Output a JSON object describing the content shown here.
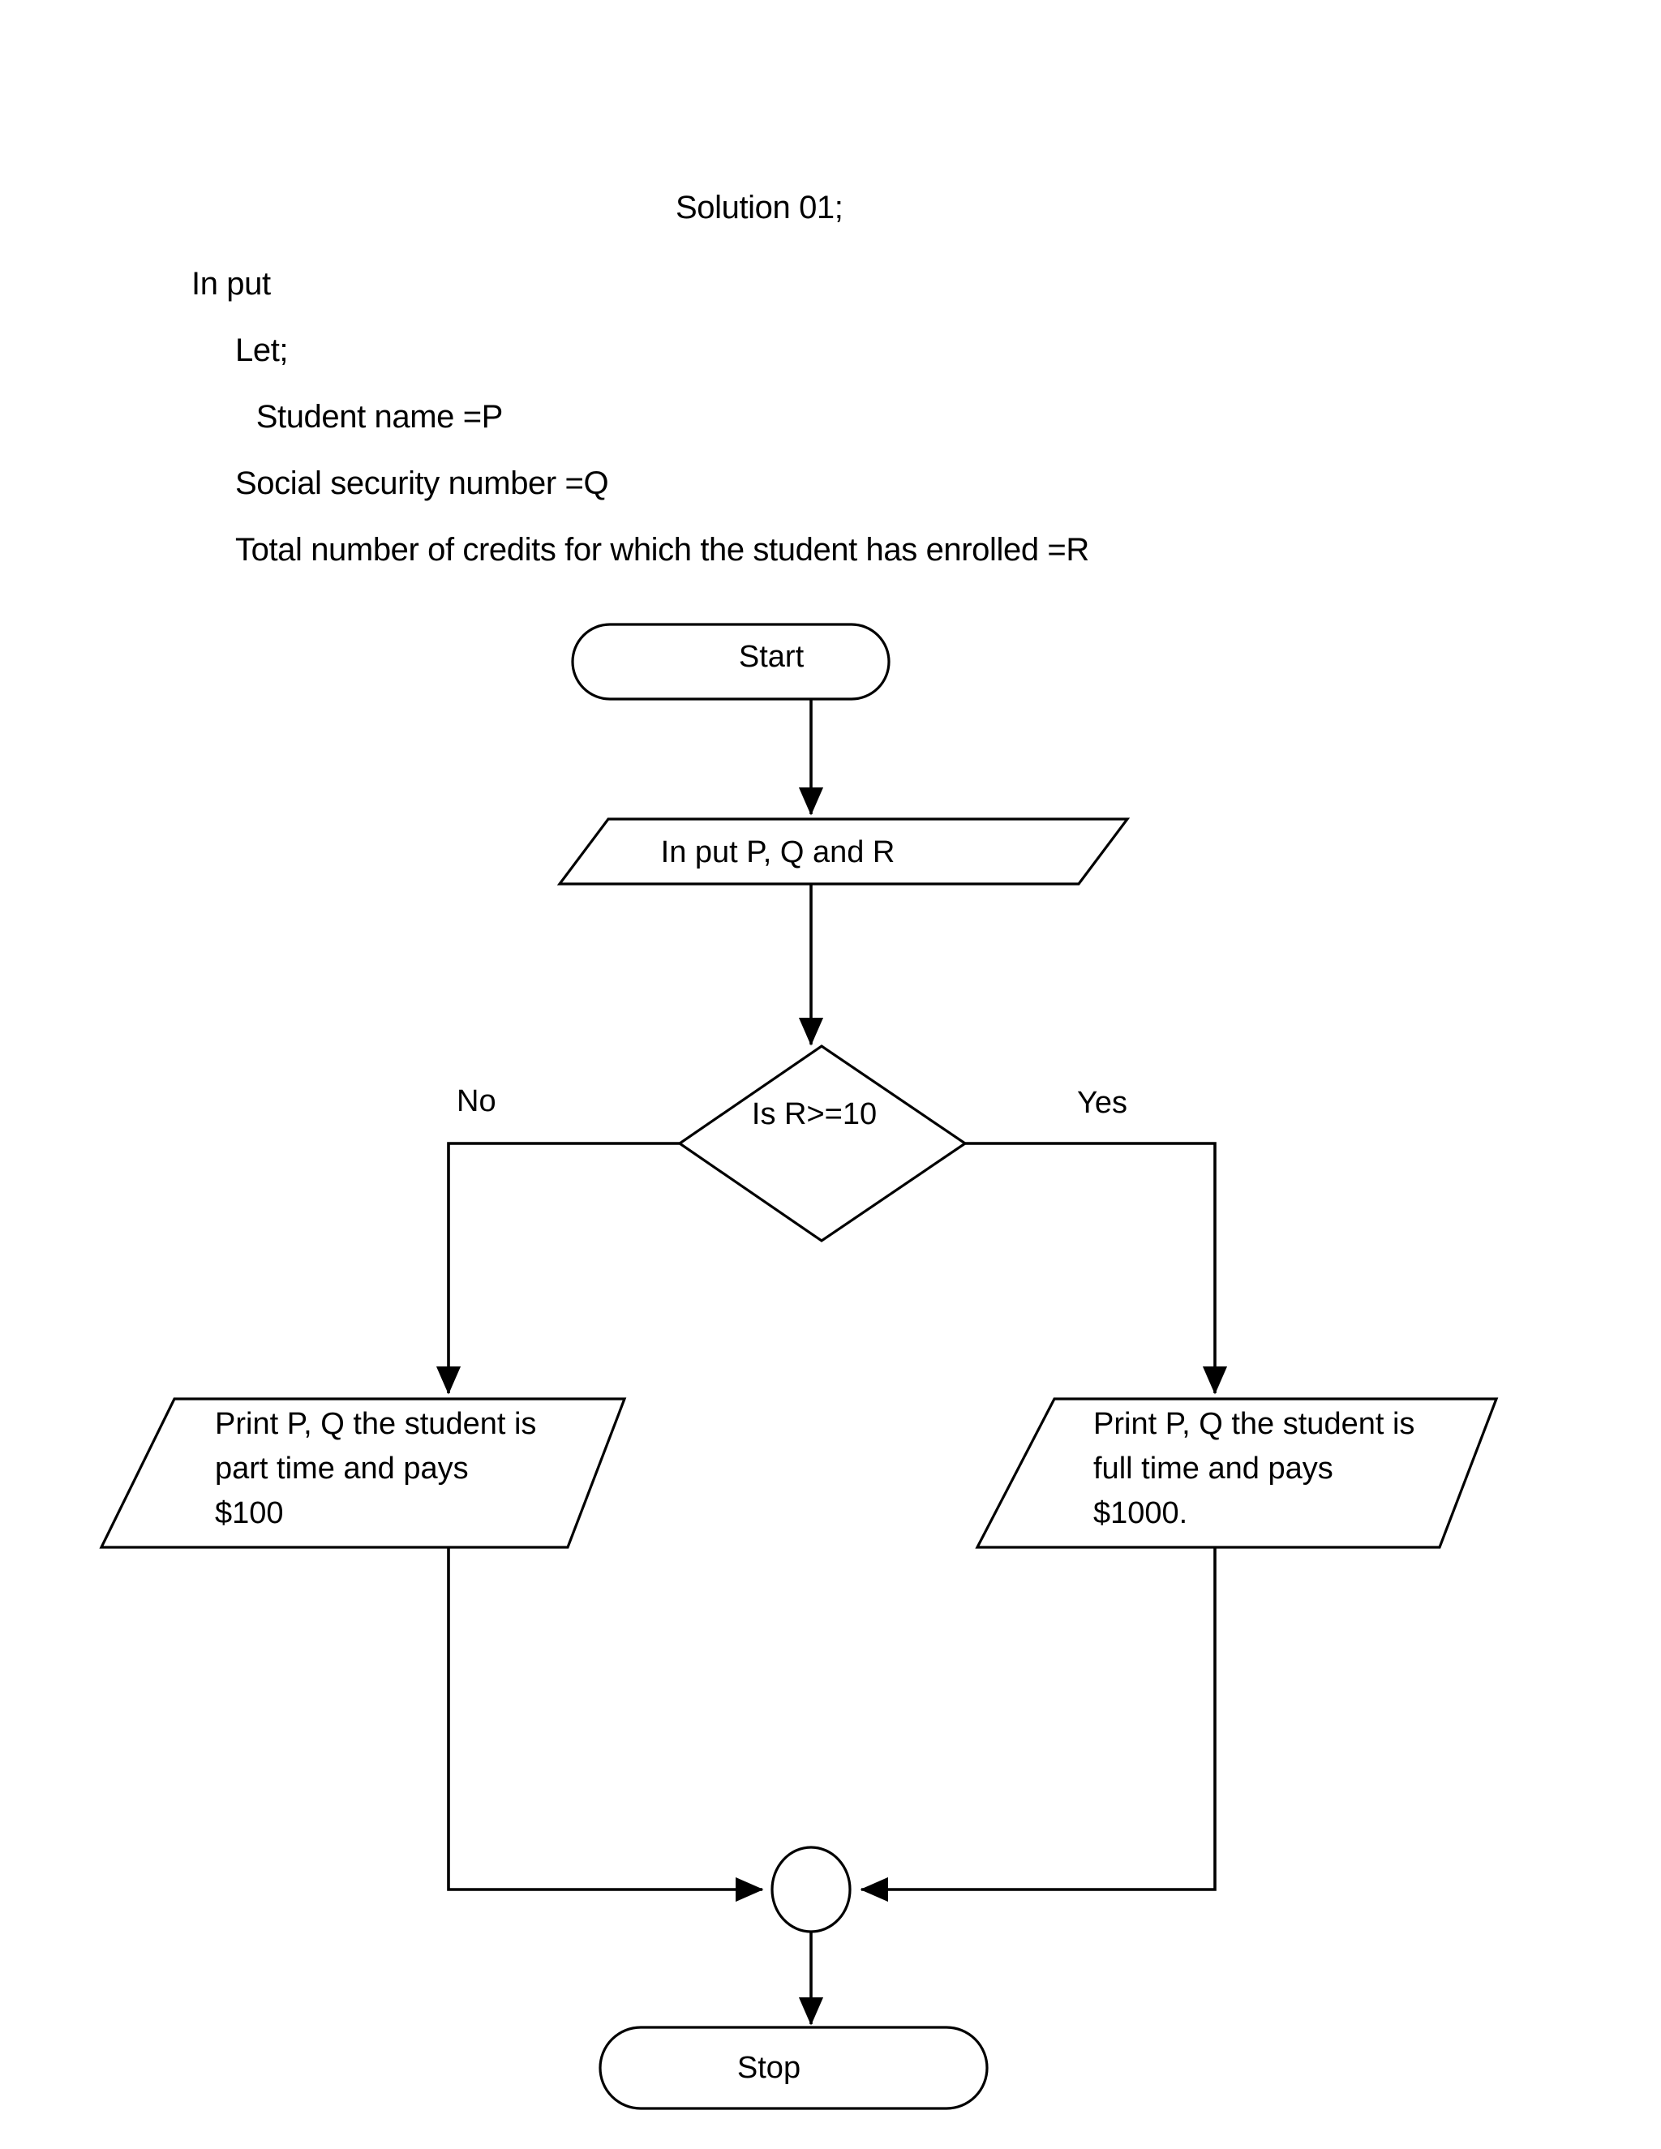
{
  "document": {
    "title": "Solution 01;",
    "preamble": [
      "In put",
      "Let;",
      " Student name =P",
      "Social security number =Q",
      "Total number of credits for which the student has enrolled =R"
    ]
  },
  "flowchart": {
    "type": "flowchart",
    "colors": {
      "stroke": "#000000",
      "fill": "#ffffff",
      "text": "#000000"
    },
    "nodes": {
      "start": {
        "shape": "terminator",
        "label": "Start"
      },
      "input": {
        "shape": "parallelogram",
        "label": "In put P, Q and R"
      },
      "decision": {
        "shape": "diamond",
        "label": "Is R>=10"
      },
      "print_part_time": {
        "shape": "parallelogram",
        "lines": [
          "Print P, Q the student is",
          "part time and pays",
          "$100"
        ]
      },
      "print_full_time": {
        "shape": "parallelogram",
        "lines": [
          "Print P, Q the student is",
          "full time and pays",
          "$1000."
        ]
      },
      "merge": {
        "shape": "connector-circle",
        "label": ""
      },
      "stop": {
        "shape": "terminator",
        "label": "Stop"
      }
    },
    "branch_labels": {
      "no": "No",
      "yes": "Yes"
    },
    "edges": [
      {
        "from": "start",
        "to": "input",
        "label": ""
      },
      {
        "from": "input",
        "to": "decision",
        "label": ""
      },
      {
        "from": "decision",
        "to": "print_part_time",
        "label": "No"
      },
      {
        "from": "decision",
        "to": "print_full_time",
        "label": "Yes"
      },
      {
        "from": "print_part_time",
        "to": "merge",
        "label": ""
      },
      {
        "from": "print_full_time",
        "to": "merge",
        "label": ""
      },
      {
        "from": "merge",
        "to": "stop",
        "label": ""
      }
    ]
  }
}
